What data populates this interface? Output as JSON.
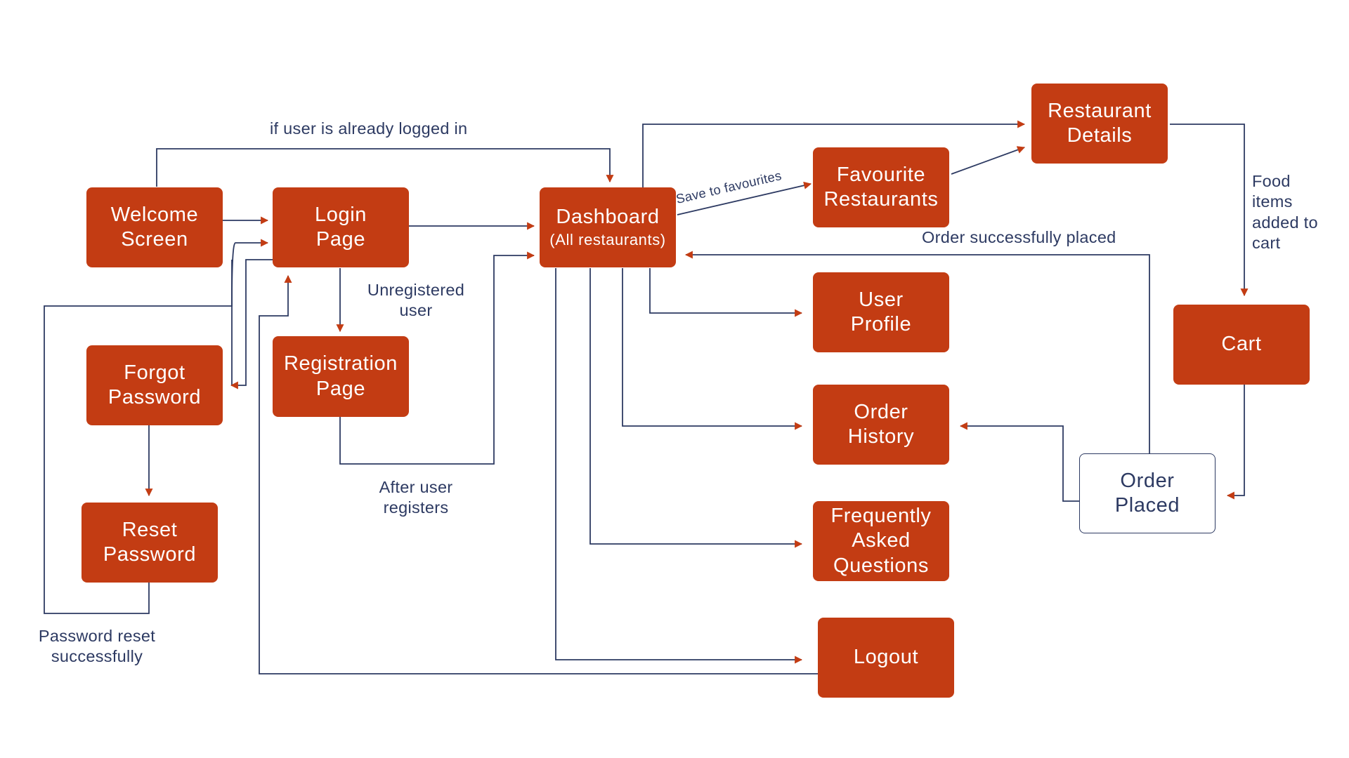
{
  "colors": {
    "node_fill": "#c33c13",
    "node_text": "#ffffff",
    "line": "#2d3a62",
    "arrowhead": "#c33c13",
    "outline_node_border": "#2d3a62"
  },
  "nodes": {
    "welcome": "Welcome\nScreen",
    "login": "Login\nPage",
    "registration": "Registration\nPage",
    "forgot": "Forgot\nPassword",
    "reset": "Reset\nPassword",
    "dashboard": "Dashboard",
    "dashboard_sub": "(All restaurants)",
    "favourites": "Favourite\nRestaurants",
    "restaurant_details": "Restaurant\nDetails",
    "cart": "Cart",
    "user_profile": "User\nProfile",
    "order_history": "Order\nHistory",
    "faq": "Frequently\nAsked\nQuestions",
    "logout": "Logout",
    "order_placed": "Order\nPlaced"
  },
  "annotations": {
    "already_logged_in": "if user is already logged in",
    "unregistered": "Unregistered\nuser",
    "after_register": "After user\nregisters",
    "password_reset": "Password reset\nsuccessfully",
    "save_favourites": "Save to favourites",
    "order_success": "Order successfully placed",
    "food_added": "Food\nitems\nadded to\ncart"
  }
}
